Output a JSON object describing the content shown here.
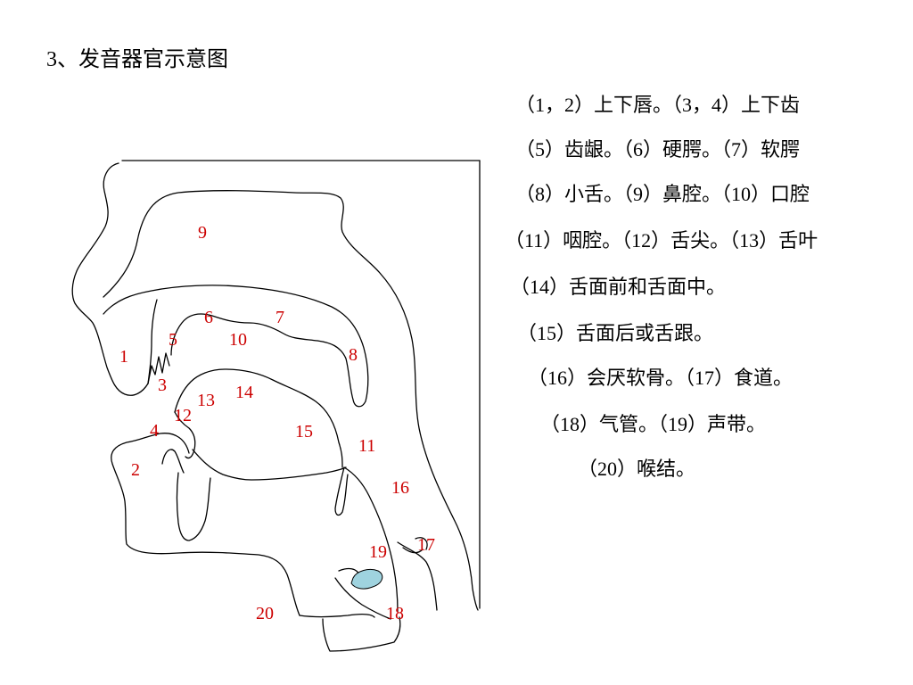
{
  "title": "3、发音器官示意图",
  "legend": [
    "（1，2）上下唇。（3，4）上下齿",
    "（5）齿龈。（6）硬腭。（7）软腭",
    "（8）小舌。（9）鼻腔。（10）口腔",
    "（11）咽腔。（12）舌尖。（13）舌叶",
    "（14）舌面前和舌面中。",
    "（15）舌面后或舌跟。",
    "（16）会厌软骨。（17）食道。",
    "（18）气管。（19）声带。",
    "（20）喉结。"
  ],
  "diagram": {
    "label_color": "#cc0000",
    "line_color": "#000000",
    "vocal_fold_color": "#9fd3df",
    "labels": [
      "9",
      "6",
      "7",
      "5",
      "10",
      "1",
      "8",
      "3",
      "13",
      "14",
      "12",
      "4",
      "15",
      "11",
      "2",
      "16",
      "19",
      "17",
      "20",
      "18"
    ]
  }
}
